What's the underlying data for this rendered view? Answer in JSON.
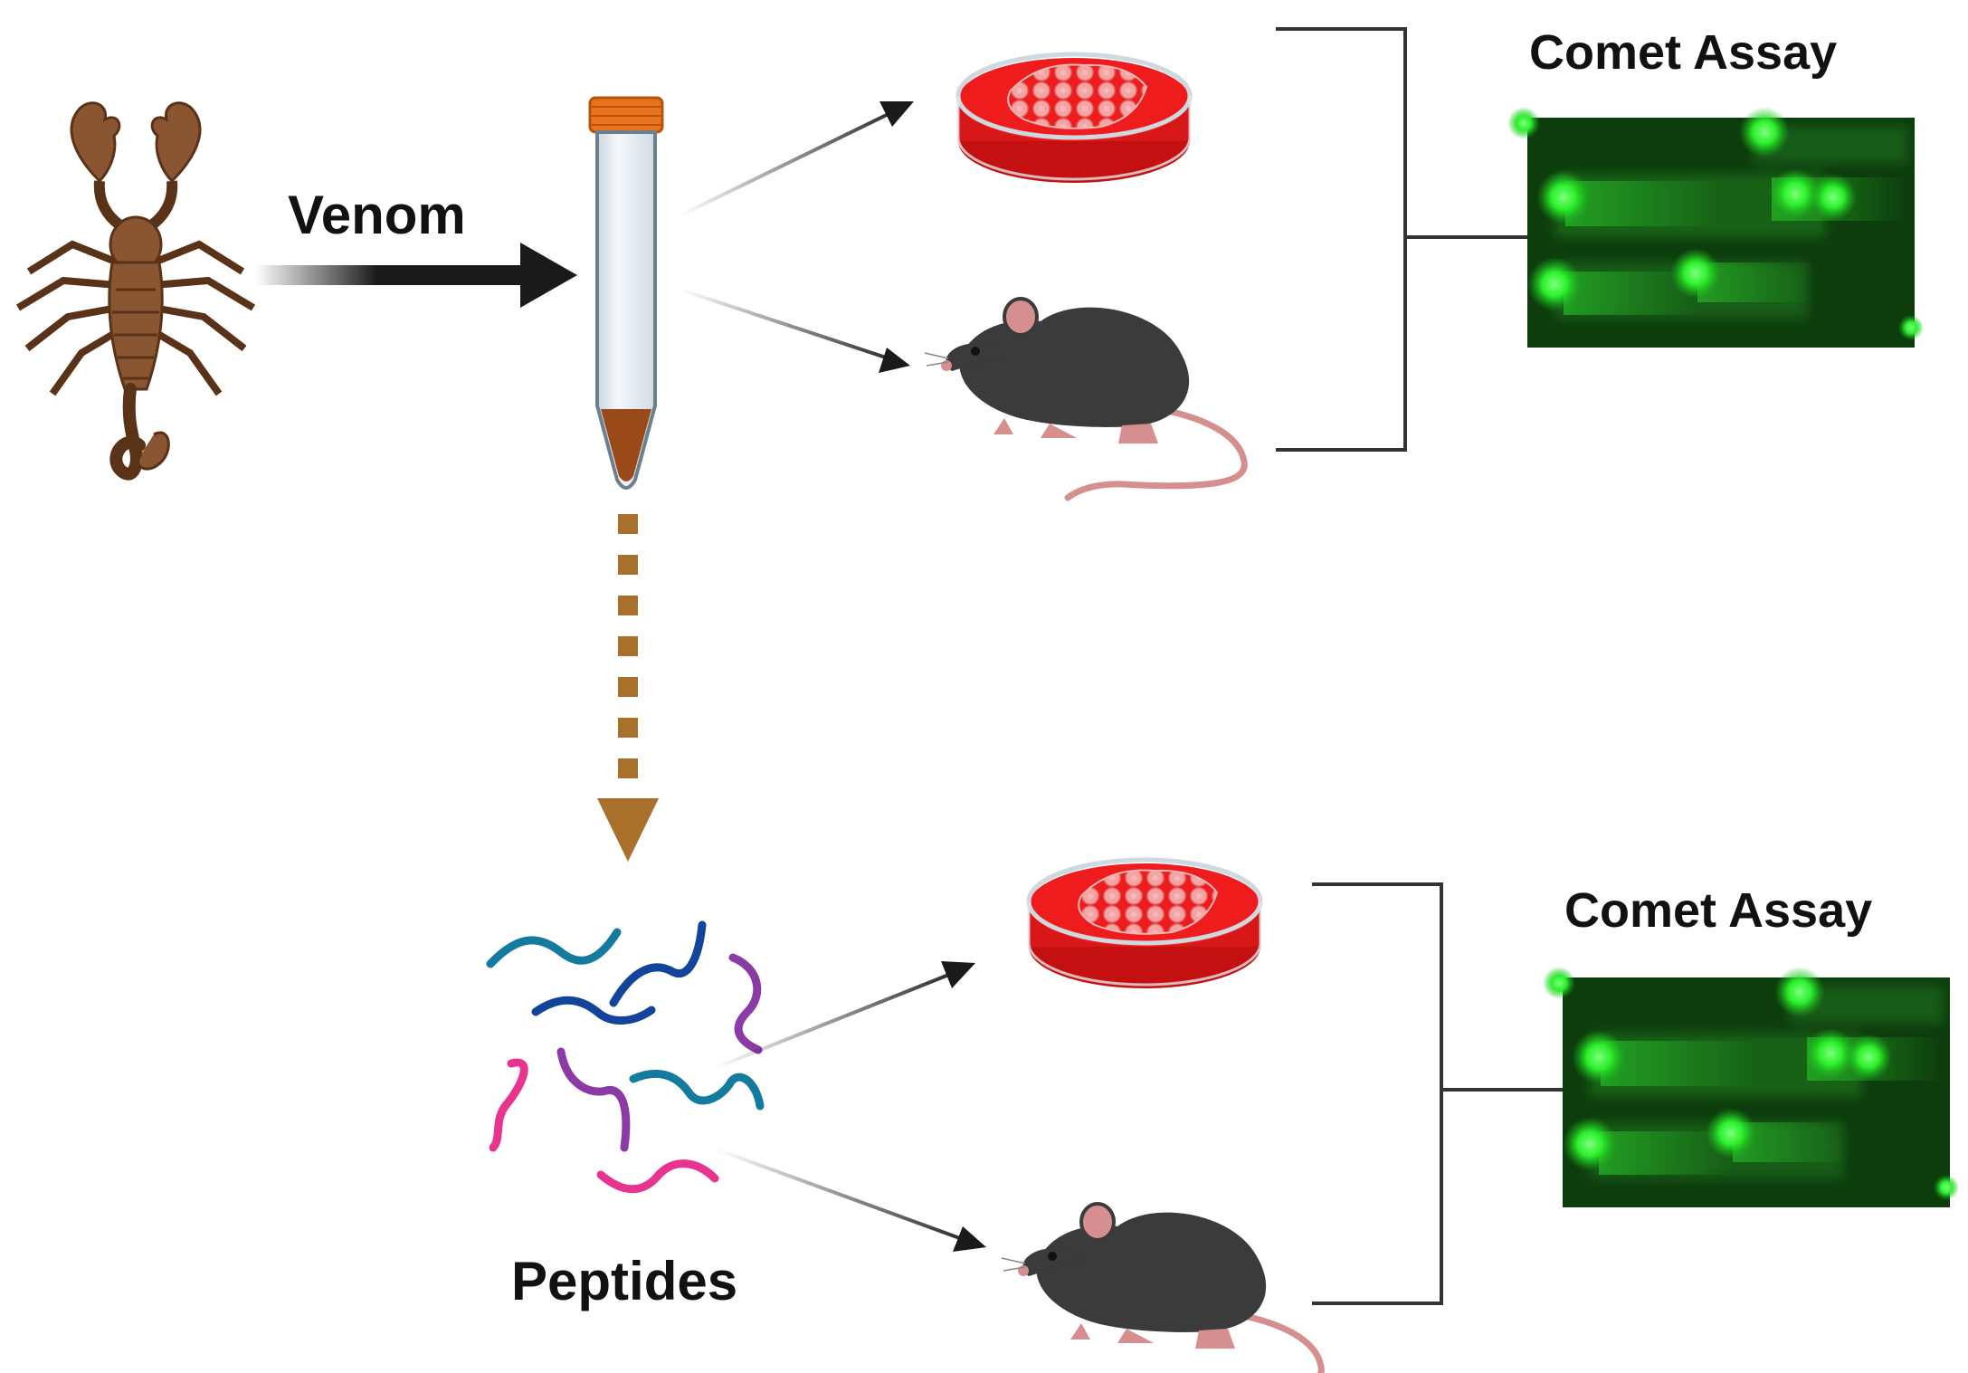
{
  "labels": {
    "venom": "Venom",
    "peptides": "Peptides",
    "comet_assay_top": "Comet Assay",
    "comet_assay_bottom": "Comet Assay"
  },
  "icons": {
    "source": "scorpion-icon",
    "sample": "centrifuge-tube-icon",
    "in_vitro": "petri-dish-icon",
    "in_vivo": "mouse-icon",
    "fractions": "peptides-icon",
    "result": "comet-assay-micrograph"
  },
  "colors": {
    "scorpion": "#8a5632",
    "tube_cap": "#e8731c",
    "tube_body": "#e6eef3",
    "venom_fill": "#9a4a18",
    "dotted_arrow": "#a8702a",
    "dish_medium": "#ee1c1c",
    "cells": "#f7a0a0",
    "mouse_body": "#3b3b3b",
    "mouse_pink": "#d58f8f",
    "comet_background": "#0d3d0d",
    "comet_head": "#2cf02c",
    "peptide_teal": "#137c9e",
    "peptide_blue": "#11449a",
    "peptide_purple": "#8c3aa6",
    "peptide_pink": "#e8338f",
    "arrow": "#1a1a1a",
    "bracket": "#333333"
  }
}
